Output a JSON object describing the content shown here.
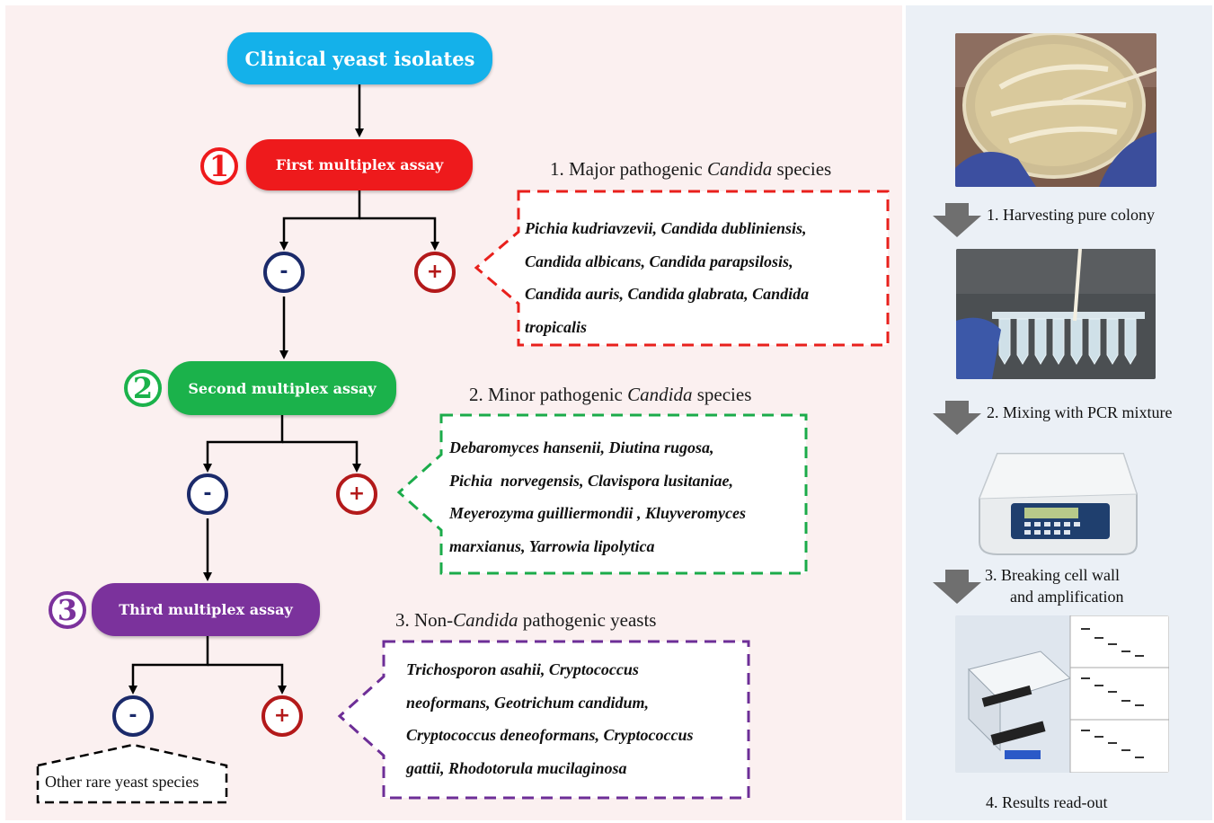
{
  "flowchart": {
    "start": {
      "label": "Clinical yeast isolates",
      "color": "#14b1ea"
    },
    "assays": [
      {
        "number": "1",
        "label": "First multiplex assay",
        "color": "#ee1a1c"
      },
      {
        "number": "2",
        "label": "Second multiplex assay",
        "color": "#1bb24b"
      },
      {
        "number": "3",
        "label": "Third multiplex assay",
        "color": "#7b329c"
      }
    ],
    "negative_sign": "-",
    "positive_sign": "+",
    "negative_color": "#1b2a6a",
    "positive_color": "#b3191a",
    "other_species": "Other rare yeast species"
  },
  "species_boxes": [
    {
      "title_prefix": "1. Major pathogenic ",
      "title_italic": "Candida",
      "title_suffix": " species",
      "border_color": "#e8201c",
      "lines": [
        "Pichia kudriavzevii, Candida dubliniensis,",
        "Candida albicans, Candida parapsilosis,",
        "Candida auris, Candida glabrata, Candida",
        "tropicalis"
      ]
    },
    {
      "title_prefix": "2. Minor pathogenic ",
      "title_italic": "Candida",
      "title_suffix": " species",
      "border_color": "#1bab4a",
      "lines": [
        "Debaromyces hansenii, Diutina rugosa,",
        "Pichia  norvegensis, Clavispora lusitaniae,",
        "Meyerozyma guilliermondii , Kluyveromyces",
        "marxianus, Yarrowia lipolytica"
      ]
    },
    {
      "title_prefix": "3. Non-",
      "title_italic": "Candida",
      "title_suffix": " pathogenic yeasts",
      "border_color": "#6d2e97",
      "lines": [
        "Trichosporon asahii, Cryptococcus",
        "neoformans, Geotrichum candidum,",
        "Cryptococcus deneoformans, Cryptococcus",
        "gattii, Rhodotorula mucilaginosa"
      ]
    }
  ],
  "workflow": {
    "steps": [
      {
        "label": "1. Harvesting pure colony",
        "image": "agar-plate-photo"
      },
      {
        "label": "2. Mixing with PCR mixture",
        "image": "pcr-tube-strip-photo"
      },
      {
        "label_line1": "3. Breaking cell wall",
        "label_line2": "and amplification",
        "image": "thermal-cycler-photo"
      },
      {
        "label": "4. Results read-out",
        "image": "gel-electrophoresis-photo"
      }
    ]
  }
}
